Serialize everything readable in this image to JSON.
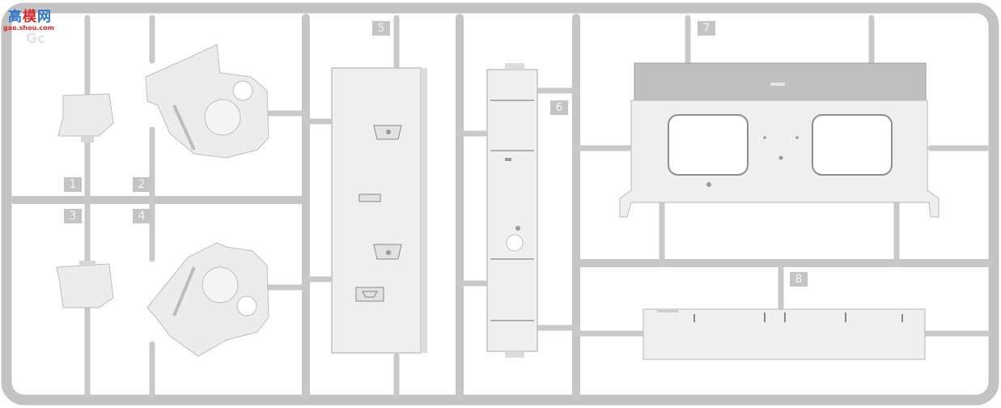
{
  "watermark": {
    "brand_prefix": "高",
    "brand_middle": "模",
    "brand_suffix": "网",
    "url": "gao.shou.com",
    "colors": {
      "blue": "#2a73c9",
      "red": "#d62828"
    }
  },
  "sprue": {
    "letter": "Gc",
    "frame_color": "#c8c8c8",
    "part_color": "#eeeeee",
    "part_numbers": [
      "1",
      "2",
      "3",
      "4",
      "5",
      "6",
      "7",
      "8"
    ]
  }
}
